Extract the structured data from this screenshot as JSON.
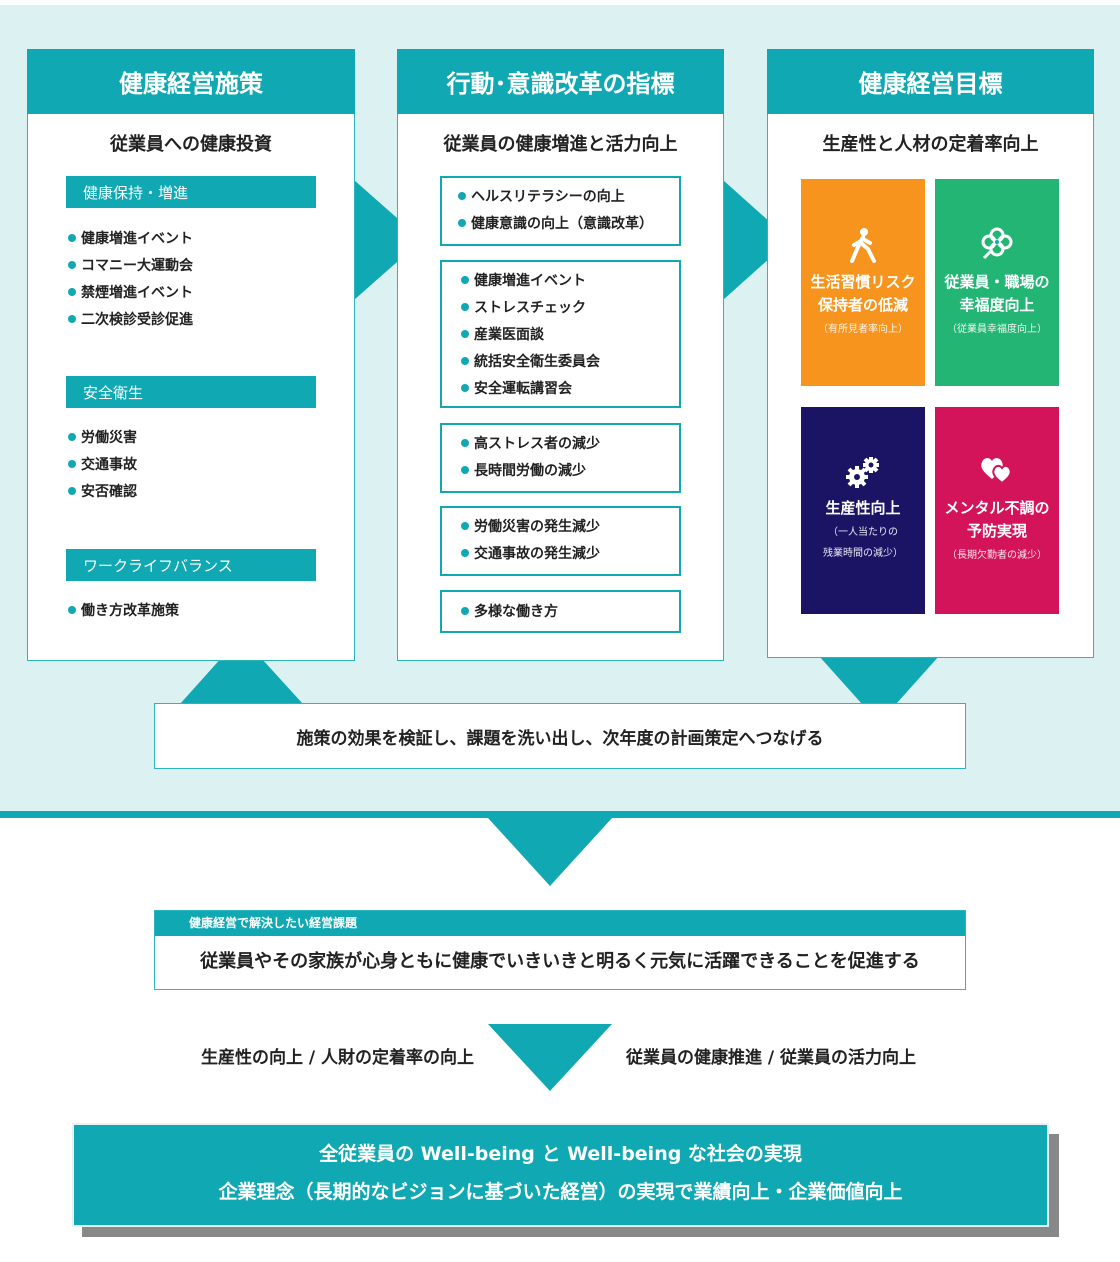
{
  "colors": {
    "teal": "#10a8b2",
    "bg": "#dbf1f2",
    "orange": "#f7941d",
    "green": "#22b573",
    "navy": "#1b1464",
    "pink": "#d4145a"
  },
  "col1": {
    "title": "健康経営施策",
    "subtitle": "従業員への健康投資",
    "sections": [
      {
        "label": "健康保持・増進",
        "items": [
          "健康増進イベント",
          "コマニー大運動会",
          "禁煙増進イベント",
          "二次検診受診促進"
        ]
      },
      {
        "label": "安全衛生",
        "items": [
          "労働災害",
          "交通事故",
          "安否確認"
        ]
      },
      {
        "label": "ワークライフバランス",
        "items": [
          "働き方改革施策"
        ]
      }
    ]
  },
  "col2": {
    "title": "行動･意識改革の指標",
    "subtitle": "従業員の健康増進と活力向上",
    "boxes": [
      {
        "items": [
          "ヘルスリテラシーの向上",
          "健康意識の向上（意識改革）"
        ]
      },
      {
        "items": [
          "健康増進イベント",
          "ストレスチェック",
          "産業医面談",
          "統括安全衛生委員会",
          "安全運転講習会"
        ]
      },
      {
        "items": [
          "高ストレス者の減少",
          "長時間労働の減少"
        ]
      },
      {
        "items": [
          "労働災害の発生減少",
          "交通事故の発生減少"
        ]
      },
      {
        "items": [
          "多様な働き方"
        ]
      }
    ]
  },
  "col3": {
    "title": "健康経営目標",
    "subtitle": "生産性と人材の定着率向上",
    "tiles": [
      {
        "icon": "walking-person-icon",
        "lines": [
          "生活習慣リスク",
          "保持者の低減"
        ],
        "notes": [
          "（有所見者率向上）"
        ]
      },
      {
        "icon": "clover-icon",
        "lines": [
          "従業員・職場の",
          "幸福度向上"
        ],
        "notes": [
          "（従業員幸福度向上）"
        ]
      },
      {
        "icon": "gears-icon",
        "lines": [
          "生産性向上"
        ],
        "notes": [
          "（一人当たりの",
          "残業時間の減少）"
        ]
      },
      {
        "icon": "hearts-icon",
        "lines": [
          "メンタル不調の",
          "予防実現"
        ],
        "notes": [
          "（長期欠勤者の減少）"
        ]
      }
    ]
  },
  "feedback": "施策の効果を検証し、課題を洗い出し、次年度の計画策定へつなげる",
  "issue": {
    "label": "健康経営で解決したい経営課題",
    "text": "従業員やその家族が心身ともに健康でいきいきと明るく元気に活躍できることを促進する"
  },
  "benefits": {
    "left": "生産性の向上 / 人財の定着率の向上",
    "right": "従業員の健康推進 / 従業員の活力向上"
  },
  "goal": {
    "line1": "全従業員の Well-being と Well-being な社会の実現",
    "line2": "企業理念（長期的なビジョンに基づいた経営）の実現で業績向上・企業価値向上"
  }
}
